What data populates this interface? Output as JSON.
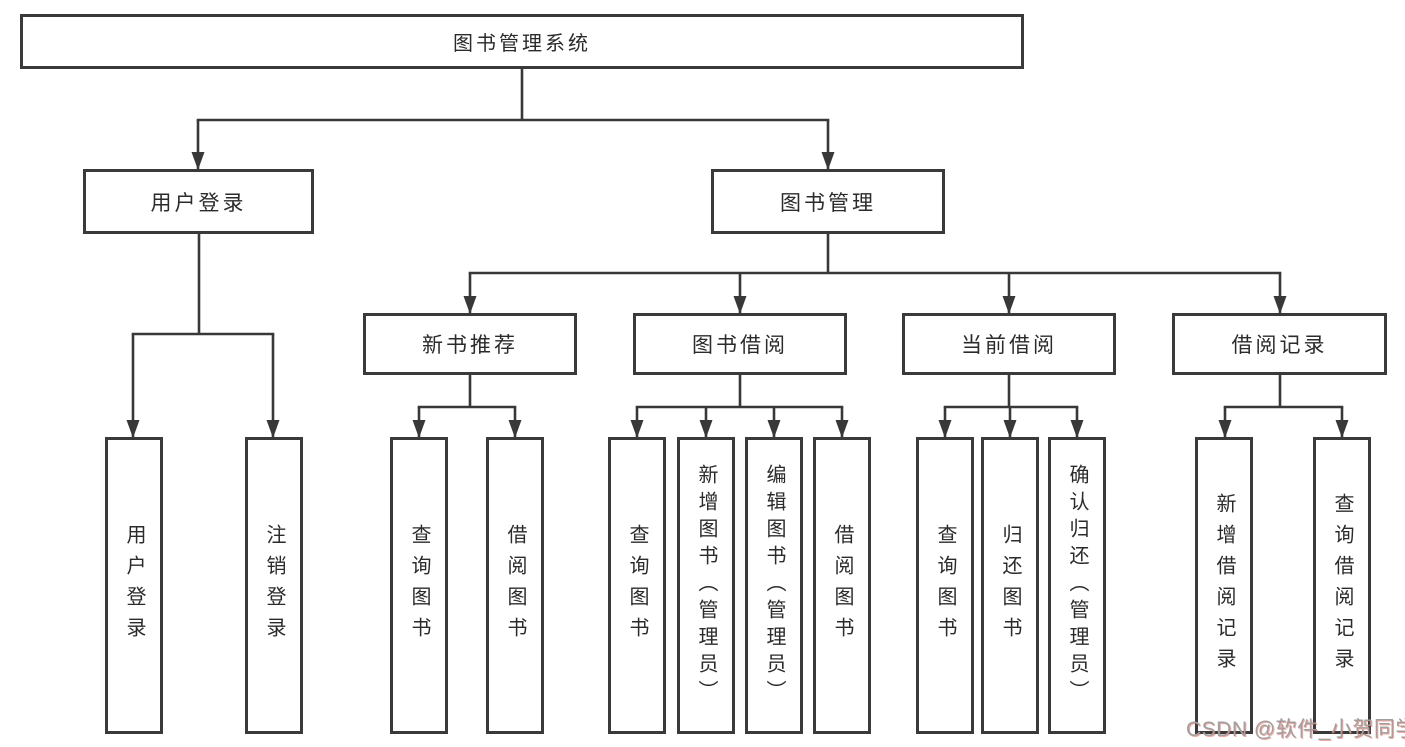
{
  "diagram": {
    "root": {
      "label": "图书管理系统"
    },
    "level2": [
      {
        "label": "用户登录"
      },
      {
        "label": "图书管理"
      }
    ],
    "level3": [
      {
        "label": "新书推荐",
        "parent": "图书管理"
      },
      {
        "label": "图书借阅",
        "parent": "图书管理"
      },
      {
        "label": "当前借阅",
        "parent": "图书管理"
      },
      {
        "label": "借阅记录",
        "parent": "图书管理"
      }
    ],
    "leaves": [
      {
        "label": "用户登录",
        "parent": "用户登录"
      },
      {
        "label": "注销登录",
        "parent": "用户登录"
      },
      {
        "label": "查询图书",
        "parent": "新书推荐"
      },
      {
        "label": "借阅图书",
        "parent": "新书推荐"
      },
      {
        "label": "查询图书",
        "parent": "图书借阅"
      },
      {
        "label": "新增图书（管理员）",
        "parent": "图书借阅"
      },
      {
        "label": "编辑图书（管理员）",
        "parent": "图书借阅"
      },
      {
        "label": "借阅图书",
        "parent": "图书借阅"
      },
      {
        "label": "查询图书",
        "parent": "当前借阅"
      },
      {
        "label": "归还图书",
        "parent": "当前借阅"
      },
      {
        "label": "确认归还（管理员）",
        "parent": "当前借阅"
      },
      {
        "label": "新增借阅记录",
        "parent": "借阅记录"
      },
      {
        "label": "查询借阅记录",
        "parent": "借阅记录"
      }
    ]
  },
  "watermark": {
    "text": "CSDN @软件_小贺同学"
  },
  "colors": {
    "line": "#383838",
    "text": "#2b2b2b",
    "box_background": "#ffffff",
    "page_background": "#ffffff",
    "watermark_gray": "#a0a0a0",
    "watermark_red": "#de4030"
  }
}
